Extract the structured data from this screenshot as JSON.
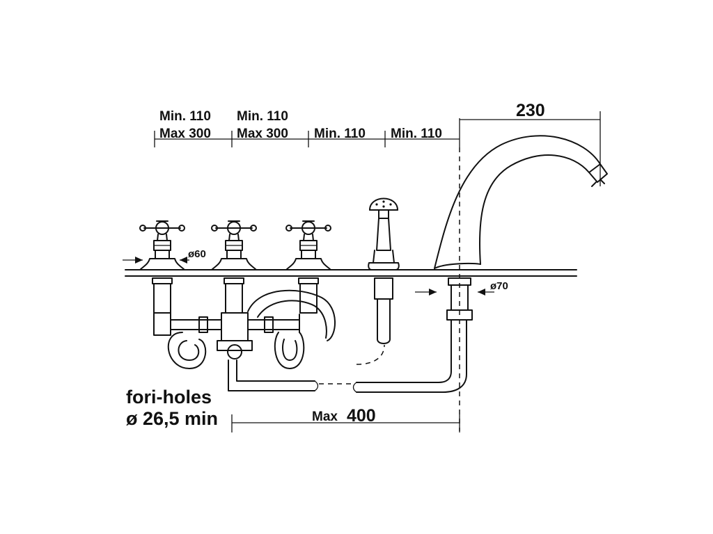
{
  "dimensions": {
    "spacing_1_min": "Min. 110",
    "spacing_1_max": "Max 300",
    "spacing_2_min": "Min. 110",
    "spacing_2_max": "Max 300",
    "spacing_3_min": "Min. 110",
    "spacing_4_min": "Min. 110",
    "spout_reach": "230",
    "handle_diameter": "ø60",
    "spout_base_diameter": "ø70",
    "max_span_prefix": "Max",
    "max_span_value": "400"
  },
  "notes": {
    "holes_line1": "fori-holes",
    "holes_line2": "ø 26,5 min"
  }
}
